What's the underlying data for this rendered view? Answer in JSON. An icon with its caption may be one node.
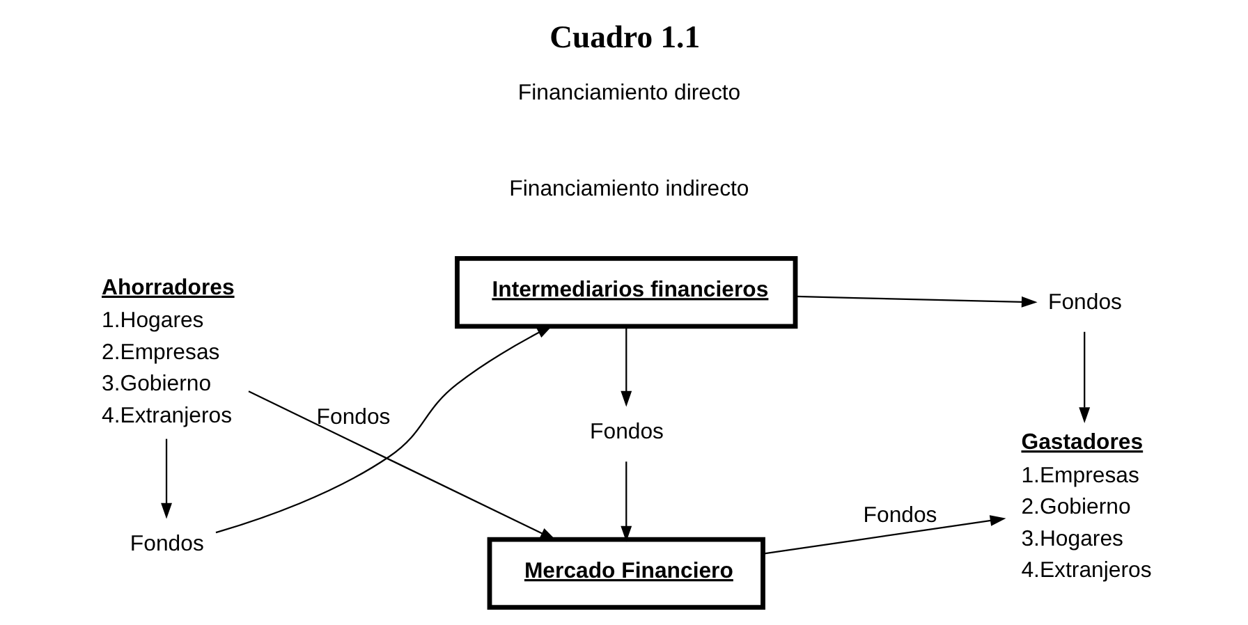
{
  "diagram": {
    "title": "Cuadro 1.1",
    "nodes": [
      {
        "text": [
          "Fondos"
        ]
      },
      {
        "text": [
          "Intermediarios financieros"
        ]
      },
      {
        "text": [
          "Fondos"
        ]
      },
      {
        "text": [
          "Fondos"
        ]
      },
      {
        "text": [
          "Ahorradores",
          "1.Hogares",
          "2.Empresas",
          "3.Gobierno",
          "4.Extranjeros"
        ]
      },
      {
        "text": [
          "Mercado Financiero"
        ]
      },
      {
        "text": [
          "Gastadores",
          "1.Empresas",
          "2.Gobierno",
          "3.Hogares",
          "4.Extranjeros"
        ]
      }
    ],
    "edges": [
      {
        "from": 4,
        "to": 0,
        "arrow": "to"
      },
      {
        "from": 0,
        "to": 1,
        "arrow": "to"
      },
      {
        "from": 1,
        "to": 2,
        "arrow": "to"
      },
      {
        "from": 2,
        "to": 6,
        "arrow": "to"
      },
      {
        "from": 1,
        "to": 3,
        "arrow": "to"
      },
      {
        "from": 3,
        "to": 5,
        "arrow": "to"
      },
      {
        "from": 4,
        "to": 5,
        "arrow": "to",
        "label": "Fondos"
      },
      {
        "from": 5,
        "to": 6,
        "arrow": "to",
        "label": "Fondos"
      }
    ],
    "labels": [
      "Financiamiento indirecto",
      "Financiamiento directo"
    ]
  }
}
